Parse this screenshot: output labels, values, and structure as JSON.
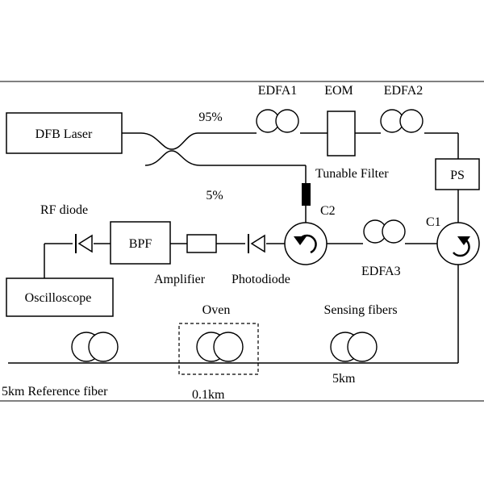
{
  "components": {
    "dfb_laser": "DFB Laser",
    "edfa1": "EDFA1",
    "eom": "EOM",
    "edfa2": "EDFA2",
    "ps": "PS",
    "tunable_filter": "Tunable Filter",
    "c1": "C1",
    "c2": "C2",
    "edfa3": "EDFA3",
    "photodiode": "Photodiode",
    "amplifier": "Amplifier",
    "bpf": "BPF",
    "rf_diode": "RF diode",
    "oscilloscope": "Oscilloscope",
    "oven": "Oven",
    "sensing_fibers": "Sensing fibers"
  },
  "splits": {
    "upper": "95%",
    "lower": "5%"
  },
  "fibers": {
    "reference": "5km Reference fiber",
    "oven_length": "0.1km",
    "sensing_length": "5km"
  }
}
